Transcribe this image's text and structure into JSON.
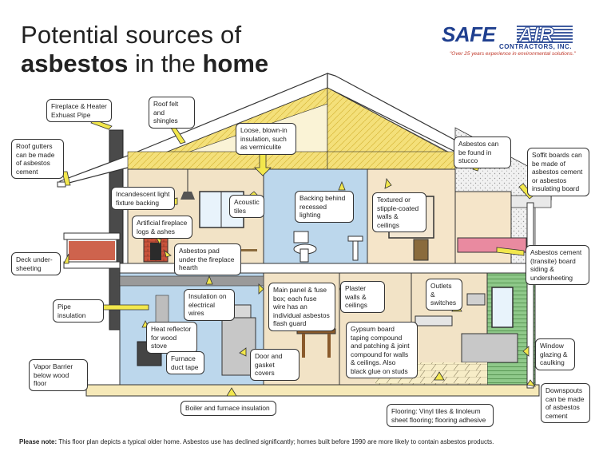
{
  "title": {
    "line1": "Potential sources of",
    "bold1": "asbestos",
    "mid": " in the ",
    "bold2": "home"
  },
  "logo": {
    "brand_left": "SAFE",
    "brand_right": "AIR",
    "sub": "CONTRACTORS, INC.",
    "tagline": "\"Over 25 years experience in environmental solutions.\""
  },
  "callouts": {
    "fireplace_pipe": "Fireplace & Heater Exhuast Pipe",
    "roof_felt": "Roof felt and shingles",
    "roof_gutters": "Roof gutters can be made of asbestos cement",
    "loose_insulation": "Loose, blown-in insulation, such as vermiculite",
    "stucco": "Asbestos can be found in stucco",
    "soffit": "Soffit boards can be made of asbestos cement or asbestos insulating board",
    "incandescent": "Incandescent light fixture backing",
    "acoustic": "Acoustic tiles",
    "backing_light": "Backing behind recessed lighting",
    "textured": "Textured or stipple-coated walls & ceilings",
    "artificial_logs": "Artificial fireplace logs & ashes",
    "pad_hearth": "Asbestos pad under the fireplace hearth",
    "deck": "Deck under-sheeting",
    "transite": "Asbestos cement (transite) board siding & undersheeting",
    "pipe_insulation": "Pipe insulation",
    "wire_insulation": "Insulation on electrical wires",
    "main_panel": "Main panel & fuse box; each fuse wire has an individual asbestos flash guard",
    "plaster": "Plaster walls & ceilings",
    "outlets": "Outlets & switches",
    "heat_reflector": "Heat reflector for wood stove",
    "gypsum": "Gypsum board taping compound and patching & joint compound for walls & ceilings. Also black glue on studs",
    "window": "Window glazing & caulking",
    "furnace_tape": "Furnace duct tape",
    "door_gasket": "Door and gasket covers",
    "vapor": "Vapor Barrier below wood floor",
    "downspouts": "Downspouts can be made of asbestos cement",
    "boiler": "Boiler and furnace insulation",
    "flooring": "Flooring: Vinyl tiles & linoleum sheet flooring; flooring adhesive"
  },
  "note": {
    "label": "Please note:",
    "text": " This floor plan depicts a typical older home. Asbestos use has declined significantly; homes built before 1990 are more likely to contain asbestos products."
  },
  "colors": {
    "arrow": "#f2e74c",
    "roof_insulation": "#f4e07a",
    "logo_blue": "#1f3f8f",
    "wall_blue": "#bcd7ec",
    "floor_tan": "#f6e9b8",
    "siding_green": "#8fc98a"
  }
}
